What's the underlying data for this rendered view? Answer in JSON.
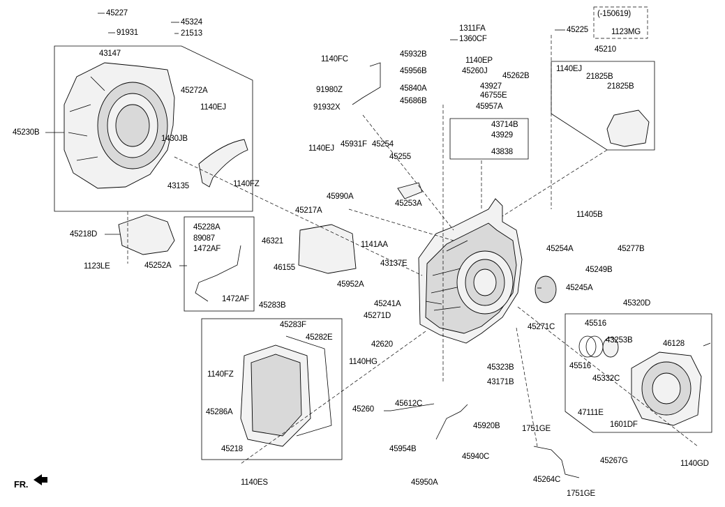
{
  "labels": {
    "p45227": "45227",
    "p45324": "45324",
    "p91931": "91931",
    "p21513": "21513",
    "p43147": "43147",
    "p45272A": "45272A",
    "p1140EJ_a": "1140EJ",
    "p45230B": "45230B",
    "p1430JB": "1430JB",
    "p43135": "43135",
    "p1140FZ_a": "1140FZ",
    "p45218D": "45218D",
    "p1123LE": "1123LE",
    "p45228A": "45228A",
    "p89087": "89087",
    "p1472AF_a": "1472AF",
    "p45252A": "45252A",
    "p1472AF_b": "1472AF",
    "p1140FC": "1140FC",
    "p91980Z": "91980Z",
    "p91932X": "91932X",
    "p1311FA": "1311FA",
    "p1360CF": "1360CF",
    "p45932B": "45932B",
    "p1140EP": "1140EP",
    "p45956B": "45956B",
    "p45260J": "45260J",
    "p45262B": "45262B",
    "p45840A": "45840A",
    "p43927": "43927",
    "p46755E": "46755E",
    "p45686B": "45686B",
    "p45957A": "45957A",
    "p43714B": "43714B",
    "p43929": "43929",
    "p43838": "43838",
    "p45225": "45225",
    "p150619": "(-150619)",
    "p1123MG": "1123MG",
    "p45210": "45210",
    "p1140EJ_b": "1140EJ",
    "p21825B_a": "21825B",
    "p21825B_b": "21825B",
    "p1140EJ_c": "1140EJ",
    "p45931F": "45931F",
    "p45254": "45254",
    "p45255": "45255",
    "p45990A": "45990A",
    "p45253A": "45253A",
    "p45217A": "45217A",
    "p46321": "46321",
    "p1141AA": "1141AA",
    "p43137E": "43137E",
    "p46155": "46155",
    "p11405B": "11405B",
    "p45277B": "45277B",
    "p45254A": "45254A",
    "p45249B": "45249B",
    "p45245A": "45245A",
    "p45952A": "45952A",
    "p45241A": "45241A",
    "p45271D": "45271D",
    "p45283B": "45283B",
    "p45283F": "45283F",
    "p45282E": "45282E",
    "p42620": "42620",
    "p1140HG": "1140HG",
    "p45271C": "45271C",
    "p45323B": "45323B",
    "p43171B": "43171B",
    "p1140FZ_b": "1140FZ",
    "p45286A": "45286A",
    "p45218": "45218",
    "p1140ES": "1140ES",
    "p45260": "45260",
    "p45612C": "45612C",
    "p45920B": "45920B",
    "p45954B": "45954B",
    "p45940C": "45940C",
    "p45950A": "45950A",
    "p1751GE_a": "1751GE",
    "p45267G": "45267G",
    "p45264C": "45264C",
    "p1751GE_b": "1751GE",
    "p45320D": "45320D",
    "p45516_a": "45516",
    "p43253B": "43253B",
    "p46128": "46128",
    "p45516_b": "45516",
    "p45332C": "45332C",
    "p47111E": "47111E",
    "p1601DF": "1601DF",
    "p1140GD": "1140GD",
    "fr": "FR."
  },
  "colors": {
    "line": "#000000",
    "part_fill": "#f2f2f2",
    "part_shade": "#d9d9d9",
    "background": "#ffffff"
  }
}
